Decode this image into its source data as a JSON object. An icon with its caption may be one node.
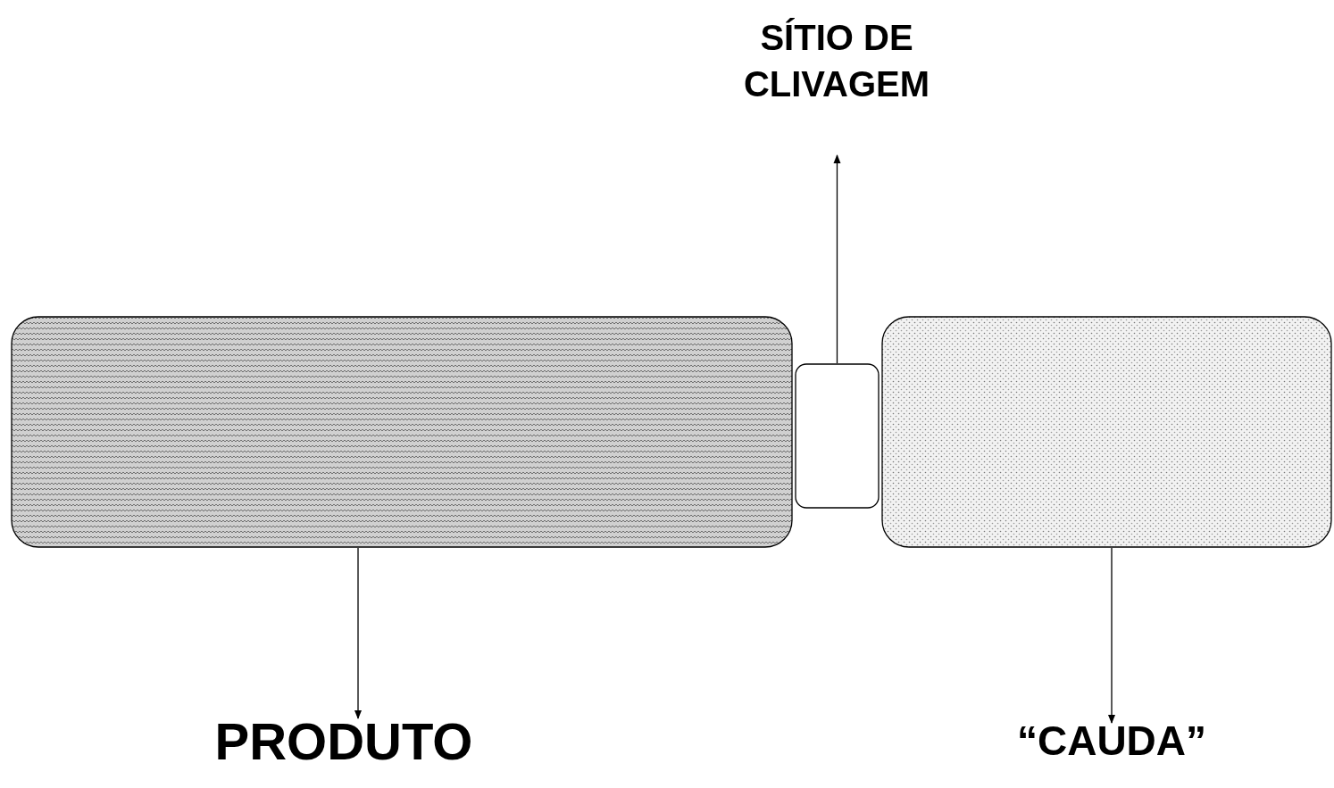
{
  "diagram": {
    "nodes": [
      {
        "text": [],
        "shape": "box"
      },
      {
        "text": [],
        "shape": "box"
      },
      {
        "text": [],
        "shape": "box"
      },
      {
        "text": [
          "SÍTIO DE CLIVAGEM"
        ]
      },
      {
        "text": [
          "PRODUTO"
        ]
      },
      {
        "text": [
          "“CAUDA”"
        ]
      }
    ],
    "edges": [
      {
        "from": 1,
        "to": 3,
        "arrow": "to"
      },
      {
        "from": 0,
        "to": 4,
        "arrow": "to"
      },
      {
        "from": 2,
        "to": 5,
        "arrow": "to"
      }
    ]
  }
}
